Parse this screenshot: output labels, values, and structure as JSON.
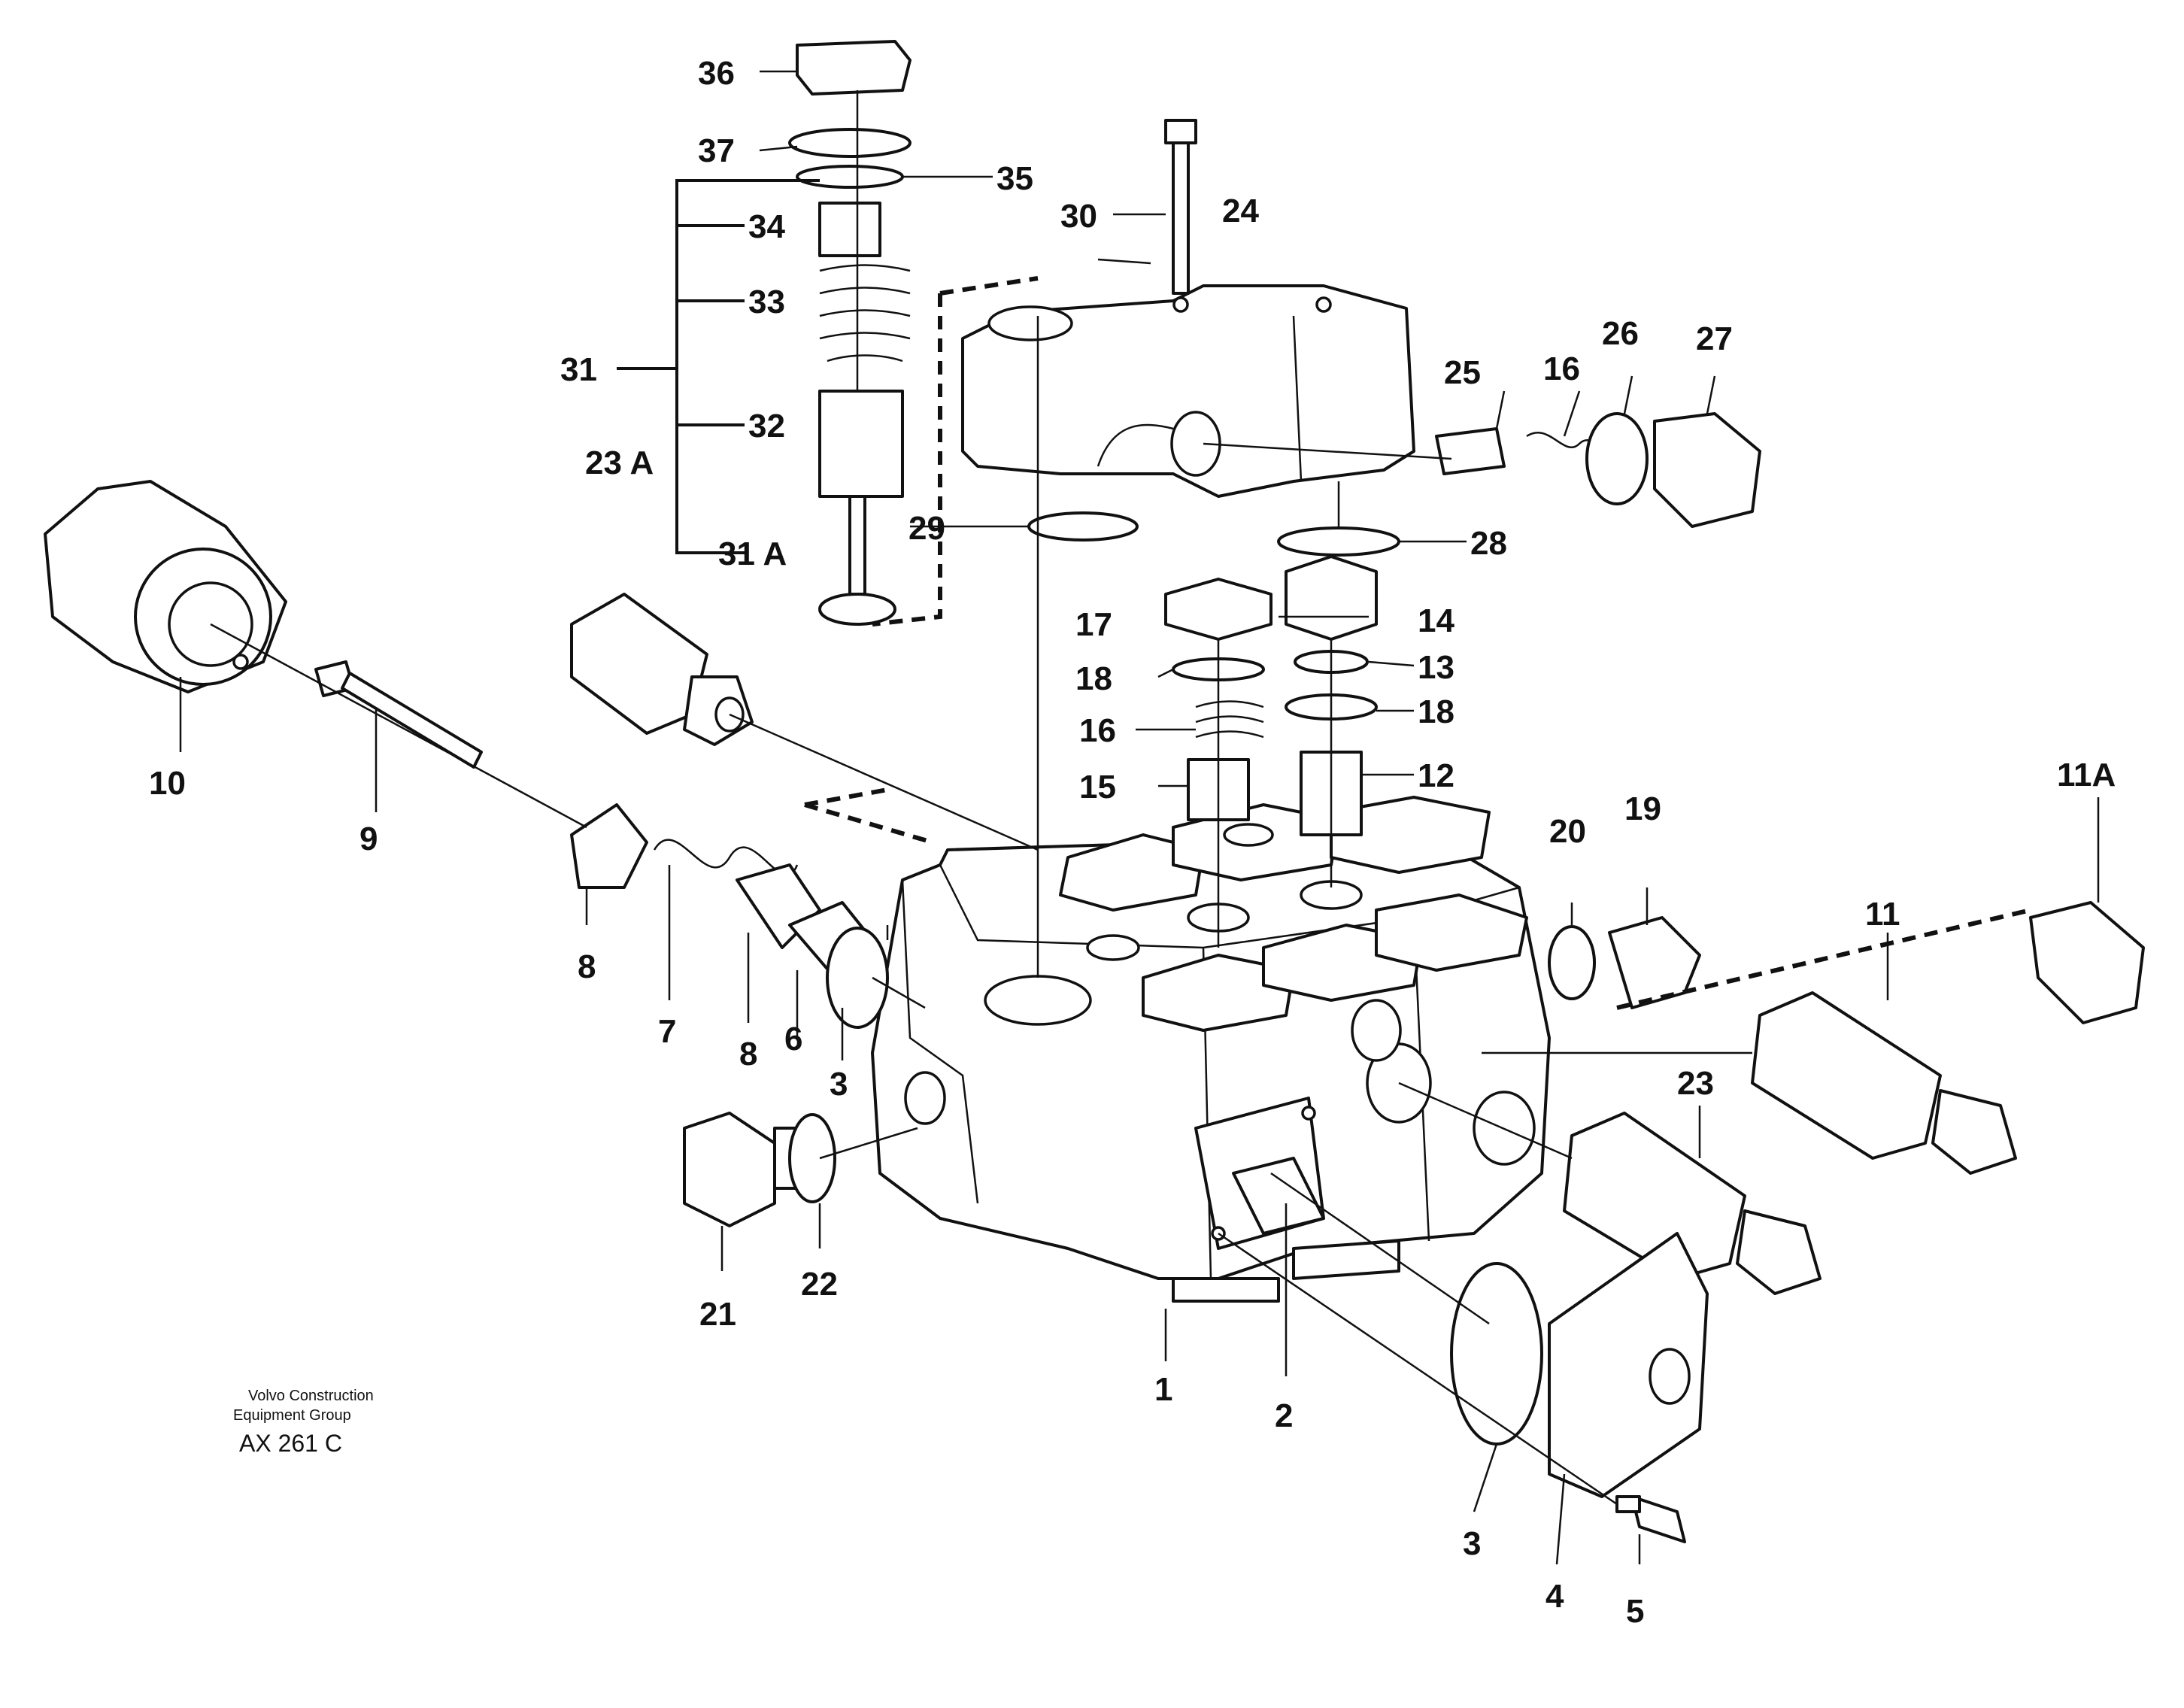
{
  "caption": {
    "line1": "Volvo Construction",
    "line2": "Equipment Group",
    "code": "AX 261 C"
  },
  "callouts": {
    "c36": "36",
    "c37": "37",
    "c35": "35",
    "c34": "34",
    "c33": "33",
    "c31": "31",
    "c32": "32",
    "c31a": "31 A",
    "c30": "30",
    "c24": "24",
    "c25": "25",
    "c16a": "16",
    "c26": "26",
    "c27": "27",
    "c29": "29",
    "c28": "28",
    "c23a": "23 A",
    "c17": "17",
    "c14": "14",
    "c13": "13",
    "c18a": "18",
    "c18b": "18",
    "c16b": "16",
    "c15": "15",
    "c12": "12",
    "c10": "10",
    "c9": "9",
    "c11a": "11A",
    "c20": "20",
    "c19": "19",
    "c11": "11",
    "c8a": "8",
    "c7": "7",
    "c8b": "8",
    "c6": "6",
    "c3a": "3",
    "c23": "23",
    "c21": "21",
    "c22": "22",
    "c1": "1",
    "c2": "2",
    "c3b": "3",
    "c4": "4",
    "c5": "5"
  }
}
